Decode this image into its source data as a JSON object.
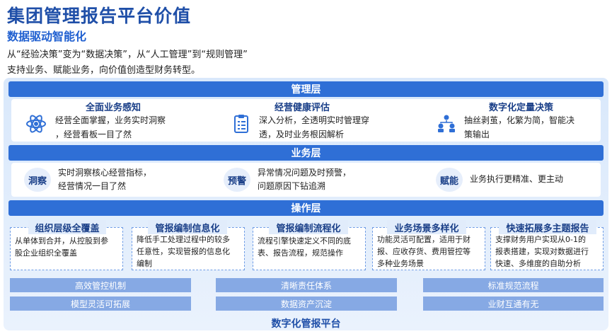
{
  "header": {
    "title": "集团管理报告平台价值",
    "subtitle": "数据驱动智能化",
    "line1": "从“经验决策”变为“数据决策”，从“人工管理”到“规则管理”",
    "line2": "支持业务、赋能业务，向价值创造型财务转型。"
  },
  "management": {
    "label": "管理层",
    "cards": [
      {
        "title": "全面业务感知",
        "text1": "经营全面掌握，业务实时洞察",
        "text2": "，经营看板一目了然",
        "icon": "atom-icon"
      },
      {
        "title": "经营健康评估",
        "text1": "深入分析，全透明实时管理穿",
        "text2": "透，及时业务根因解析",
        "icon": "clipboard-icon"
      },
      {
        "title": "数字化定量决策",
        "text1": "抽丝剥茧，化繁为简，智能决",
        "text2": "策输出",
        "icon": "org-chart-icon"
      }
    ]
  },
  "business": {
    "label": "业务层",
    "cards": [
      {
        "badge": "洞察",
        "text1": "实时洞察核心经营指标，",
        "text2": "经营情况一目了然"
      },
      {
        "badge": "预警",
        "text1": "异常情况问题及时预警，",
        "text2": "问题原因下钻追溯"
      },
      {
        "badge": "赋能",
        "text1": "业务执行更精准、更主动",
        "text2": ""
      }
    ]
  },
  "operation": {
    "label": "操作层",
    "cards": [
      {
        "title": "组织层级全覆盖",
        "lines": [
          "从单体到合并，从控股到参",
          "股企业组织全覆盖"
        ]
      },
      {
        "title": "管报编制信息化",
        "lines": [
          "降低手工处理过程中的较多",
          "任意性，实现管报的信息化",
          "编制"
        ]
      },
      {
        "title": "管报编制流程化",
        "lines": [
          "流程引擎快速定义不同的底",
          "表、报告流程，规范操作"
        ]
      },
      {
        "title": "业务场景多样化",
        "lines": [
          "功能灵活可配置，适用于财",
          "报、应收存货、费用管控等",
          "多种业务场景"
        ]
      },
      {
        "title": "快速拓展多主题报告",
        "lines": [
          "支撑财务用户实现从0-1的",
          "报表搭建，实现对数据进行",
          "快速、多维度的自助分析"
        ]
      }
    ]
  },
  "pillars": {
    "row1": [
      "高效管控机制",
      "清晰责任体系",
      "标准规范流程"
    ],
    "row2": [
      "模型灵活可拓展",
      "数据资产沉淀",
      "业财互通有无"
    ]
  },
  "footer": "数字化管报平台",
  "colors": {
    "primary": "#2f6fd6",
    "heading": "#1f4fa8",
    "background": "#dfeafb",
    "pill": "#86a9e4"
  }
}
